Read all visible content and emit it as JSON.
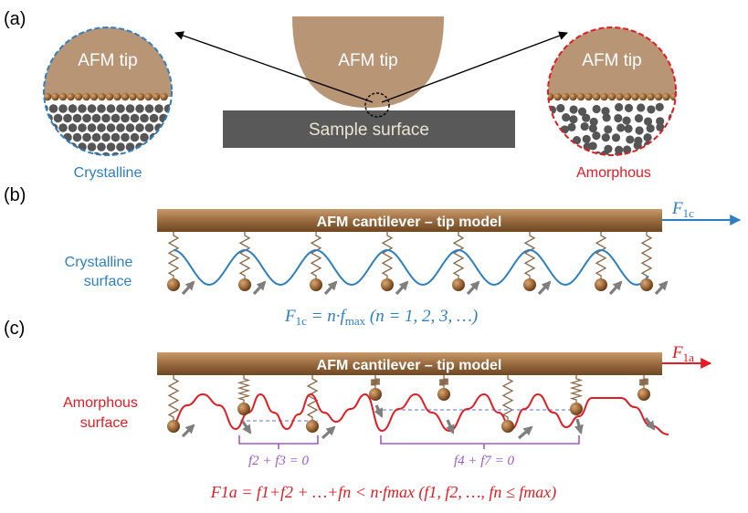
{
  "panel_a": {
    "label": "(a)",
    "tip_text": "AFM tip",
    "left_tip_text": "AFM tip",
    "right_tip_text": "AFM tip",
    "sample_text": "Sample surface",
    "crystalline_label": "Crystalline",
    "amorphous_label": "Amorphous"
  },
  "panel_b": {
    "label": "(b)",
    "cantilever_text": "AFM cantilever – tip model",
    "surface_label_line1": "Crystalline",
    "surface_label_line2": "surface",
    "force_symbol": "F",
    "force_sub": "1c",
    "eq_lhs": "F",
    "eq_lhs_sub": "1c",
    "eq_mid": " = n·f",
    "eq_mid_sub": "max",
    "eq_rest": "  (n = 1, 2, 3, …)"
  },
  "panel_c": {
    "label": "(c)",
    "cantilever_text": "AFM cantilever – tip model",
    "surface_label_line1": "Amorphous",
    "surface_label_line2": "surface",
    "force_symbol": "F",
    "force_sub": "1a",
    "bracket1_text": "f2 + f3 = 0",
    "bracket2_text": "f4 + f7 = 0",
    "eq_text": "F1a = f1+f2 + …+fn < n·fmax  (f1, f2, …, fn ≤ fmax)"
  },
  "colors": {
    "tip_brown": "#b89575",
    "cantilever_brown": "#9a6b3f",
    "sample_gray": "#595959",
    "crystalline_blue": "#2e7fc1",
    "amorphous_red": "#e41b23",
    "bracket_purple": "#a05ac8"
  }
}
